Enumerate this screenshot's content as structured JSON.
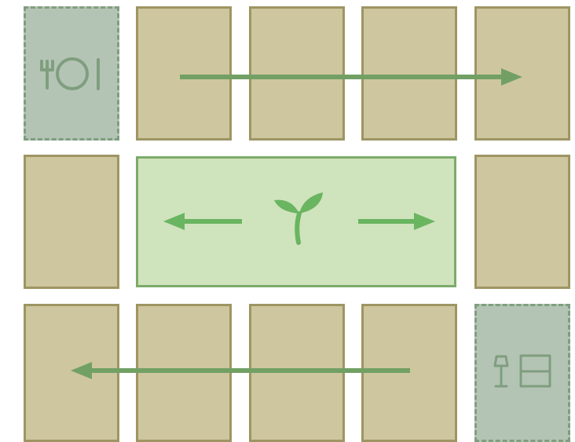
{
  "colors": {
    "background": "#ffffff",
    "tile_fill": "#cec69f",
    "tile_border": "#9e9563",
    "special_fill": "#b4c4b4",
    "special_border": "#7f9e7f",
    "icon_color": "#7f9e7f",
    "center_fill": "#cfe3bd",
    "center_border": "#7bab6a",
    "arrow_color": "#72a064",
    "center_arrow_color": "#6ab560"
  },
  "icons": {
    "top_left": "dining-utensils-icon",
    "bottom_right": "lamp-and-bed-icon",
    "center": "seedling-icon"
  },
  "arrows": {
    "top_row": "right",
    "bottom_row": "left",
    "center_left": "left",
    "center_right": "right"
  }
}
